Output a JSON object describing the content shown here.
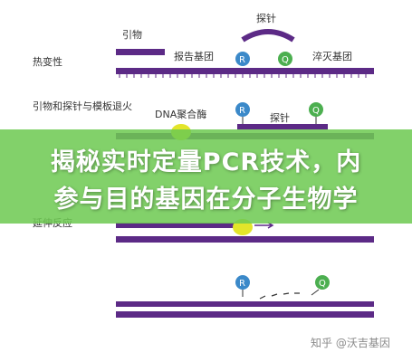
{
  "labels": {
    "primer": "引物",
    "probe": "探针",
    "denature": "热变性",
    "reporter": "报告基团",
    "quencher": "淬灭基团",
    "anneal": "引物和探针与模板退火",
    "polymerase": "DNA聚合酶",
    "probe2": "探针",
    "extend": "延伸反应",
    "r_letter": "R",
    "q_letter": "Q"
  },
  "banner": {
    "line1": "揭秘实时定量PCR技术，内",
    "line2": "参与目的基因在分子生物学"
  },
  "watermark": "知乎 @沃吉基因",
  "colors": {
    "strand": "#5c2a86",
    "reporter": "#3b89c9",
    "quencher": "#4caf50",
    "polymerase": "#e3e52a",
    "banner": "#6ec951"
  }
}
